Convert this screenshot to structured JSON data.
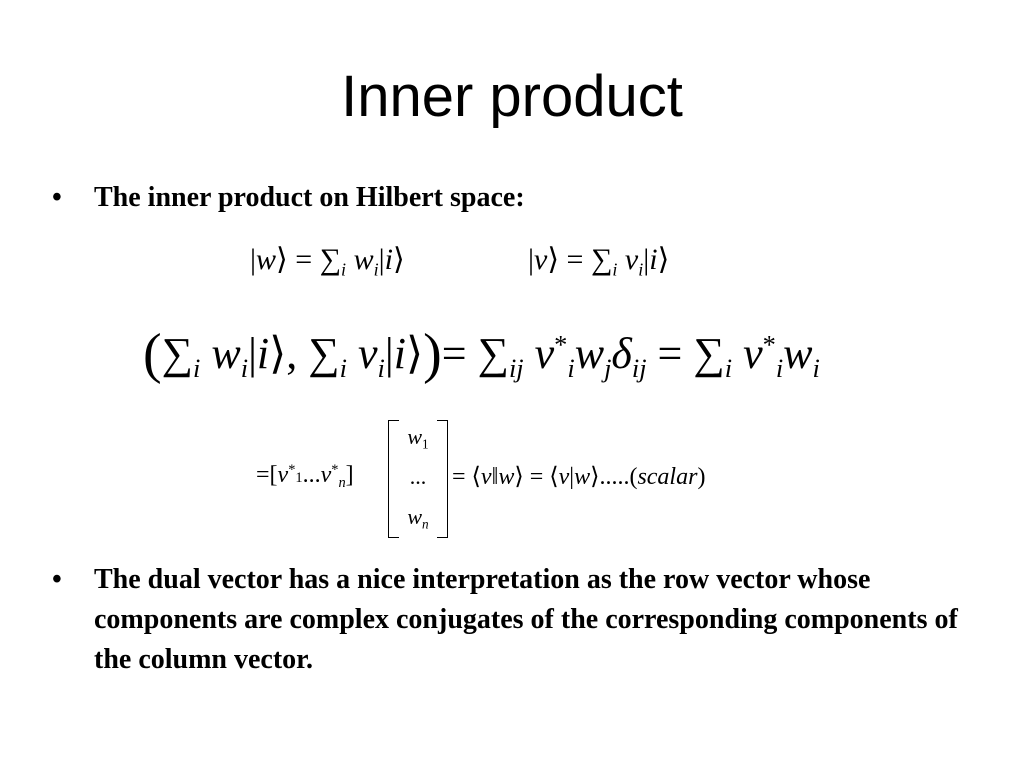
{
  "slide": {
    "title": "Inner product",
    "bullets": [
      {
        "symbol": "•",
        "text": "The inner product on Hilbert space:"
      },
      {
        "symbol": "•",
        "text": "The dual vector has a nice interpretation as the row vector whose components are complex conjugates of the corresponding components of the column vector."
      }
    ],
    "equations": {
      "ket_w": "|w⟩ = ∑ᵢ wᵢ|i⟩",
      "ket_v": "|v⟩ = ∑ᵢ vᵢ|i⟩",
      "inner_product": "(∑ᵢ wᵢ|i⟩, ∑ᵢ vᵢ|i⟩) = ∑ᵢⱼ v*ᵢ wⱼ δᵢⱼ = ∑ᵢ v*ᵢ wᵢ",
      "row_vector": "= [v*₁…v*ₙ]",
      "matrix_entries": [
        "w1",
        "...",
        "wn"
      ],
      "result": "= ⟨v‖w⟩ = ⟨v|w⟩.....(scalar)"
    }
  }
}
